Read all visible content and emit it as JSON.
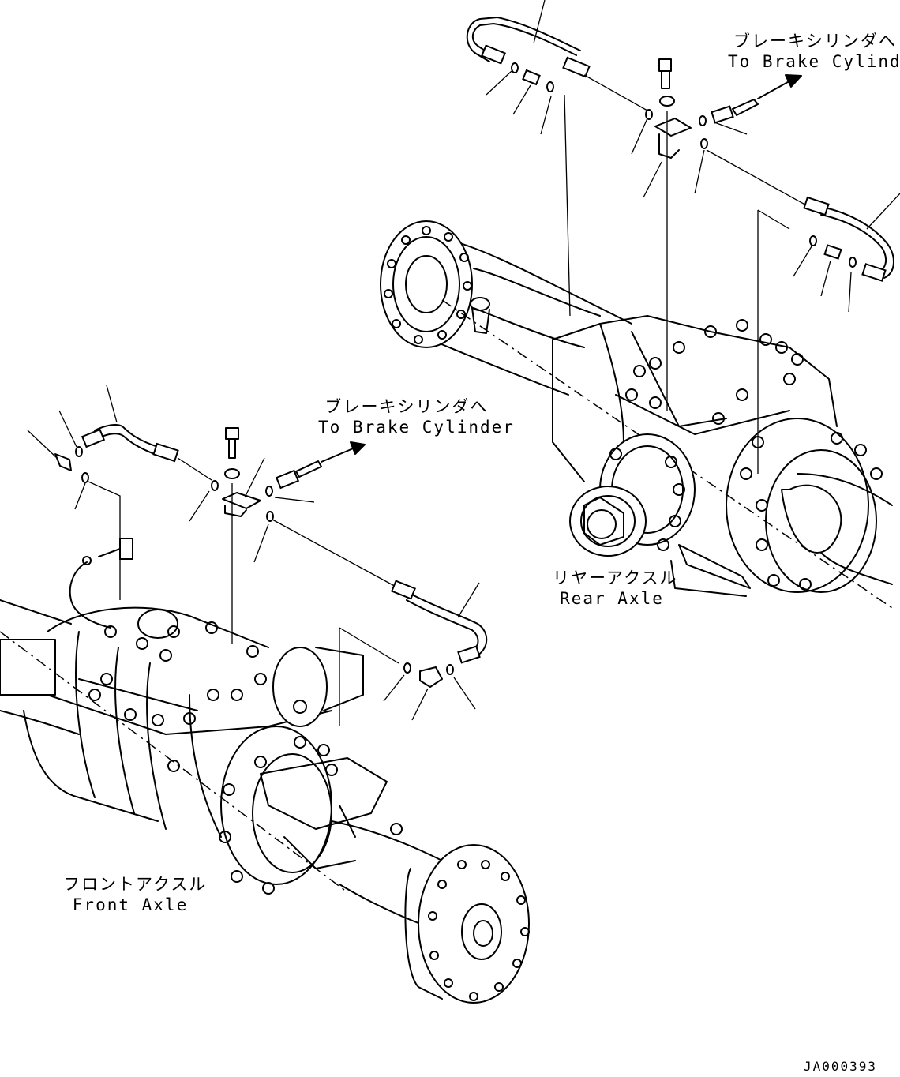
{
  "labels": {
    "top_right_jp": "ブレーキシリンダへ",
    "top_right_en": "To Brake Cylinder",
    "mid_jp": "ブレーキシリンダへ",
    "mid_en": "To Brake Cylinder",
    "rear_axle_jp": "リヤーアクスル",
    "rear_axle_en": "Rear Axle",
    "front_axle_jp": "フロントアクスル",
    "front_axle_en": "Front Axle",
    "drawing_code": "JA000393"
  }
}
